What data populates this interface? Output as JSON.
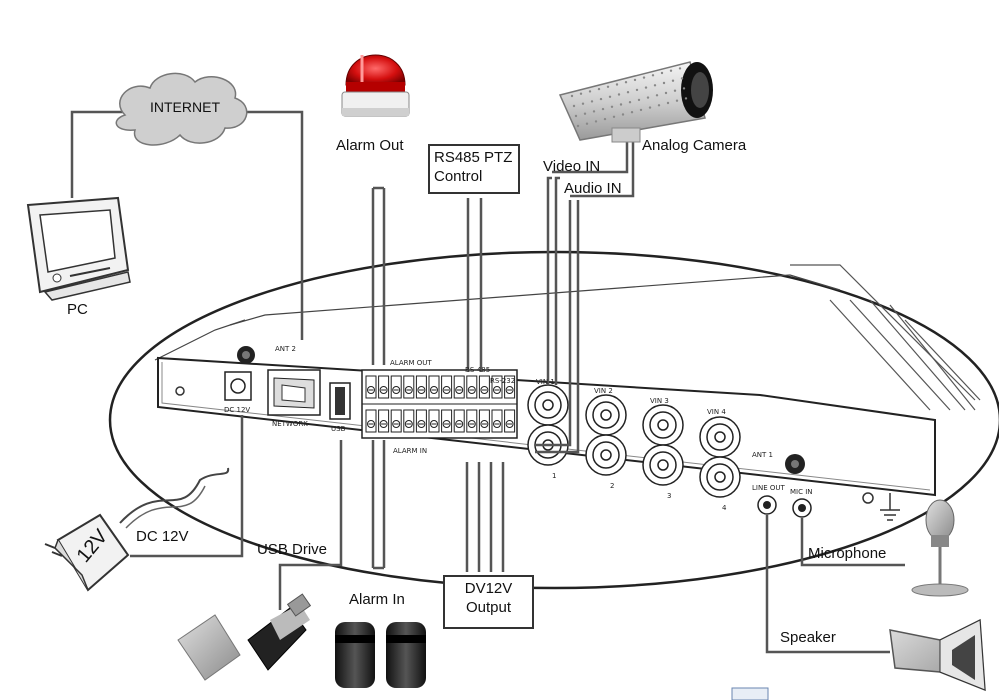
{
  "labels": {
    "internet": "INTERNET",
    "pc": "PC",
    "alarm_out": "Alarm Out",
    "rs485_line1": "RS485 PTZ",
    "rs485_line2": "Control",
    "video_in": "Video IN",
    "audio_in": "Audio IN",
    "analog_camera": "Analog Camera",
    "dc12v": "DC 12V",
    "usb_drive": "USB Drive",
    "alarm_in": "Alarm In",
    "dv12v_line1": "DV12V",
    "dv12v_line2": "Output",
    "microphone": "Microphone",
    "speaker": "Speaker",
    "adapter_text": "12V"
  },
  "panel": {
    "ant2": "ANT 2",
    "dc_12v": "DC 12V",
    "network": "NETWORK",
    "usb": "USB",
    "alarm_out": "ALARM OUT",
    "alarm_in": "ALARM IN",
    "rs485": "RS-485",
    "rs232": "RS-232",
    "vin1": "VIN 1",
    "vin2": "VIN 2",
    "vin3": "VIN 3",
    "vin4": "VIN 4",
    "ant1": "ANT 1",
    "line_out": "LINE OUT",
    "mic_in": "MIC IN",
    "num1": "1",
    "num2": "2",
    "num3": "3",
    "num4": "4"
  }
}
